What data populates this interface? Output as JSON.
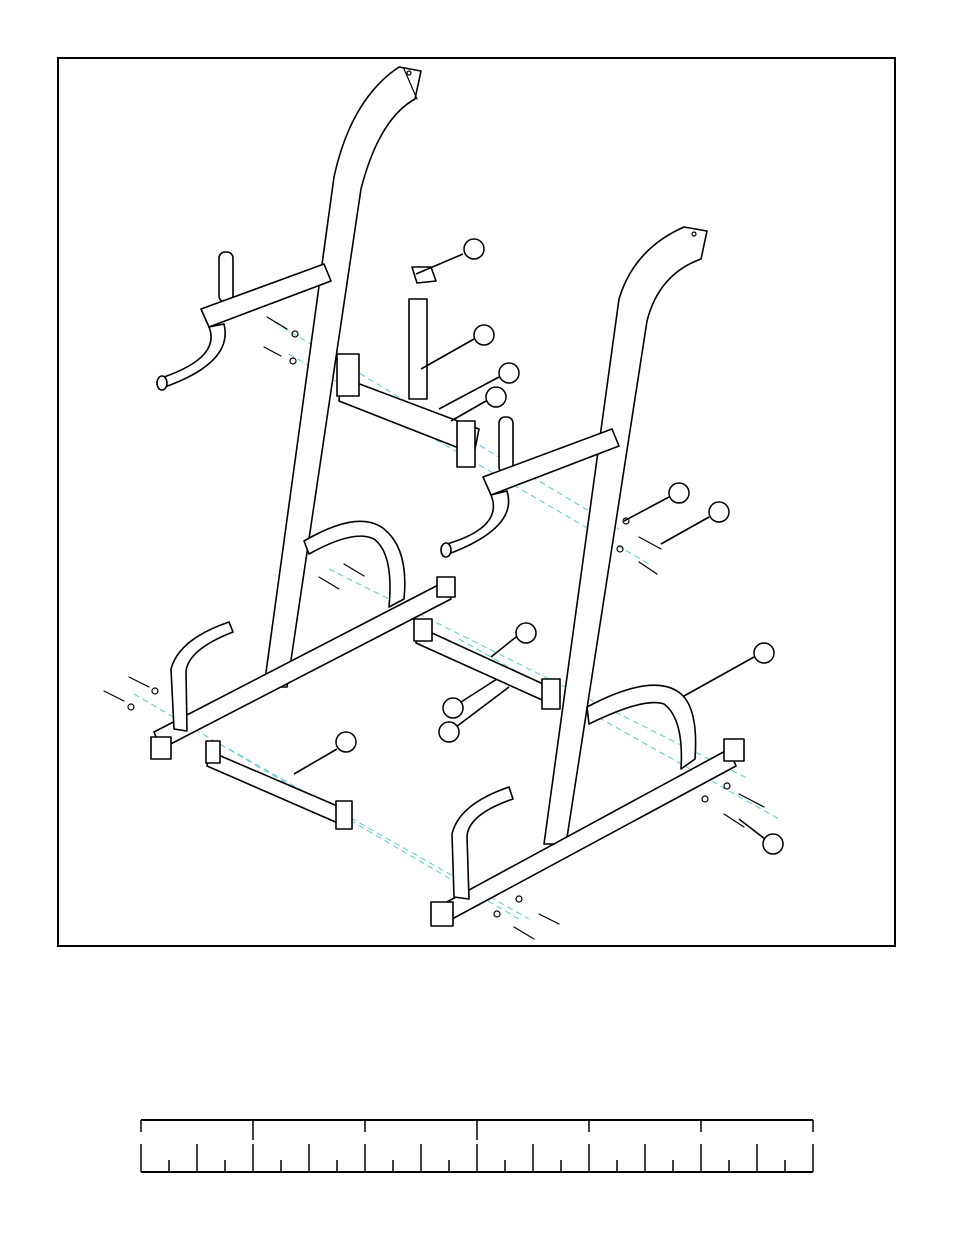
{
  "figure": {
    "description_icon": "assembly-diagram",
    "callouts": [
      "",
      "",
      "",
      "",
      "",
      "",
      "",
      "",
      "",
      "",
      "",
      ""
    ],
    "line_color": "#000000",
    "guide_color": "#5fc8d6"
  },
  "ruler": {
    "segments": 6,
    "minor_ticks_per_segment": 4
  }
}
